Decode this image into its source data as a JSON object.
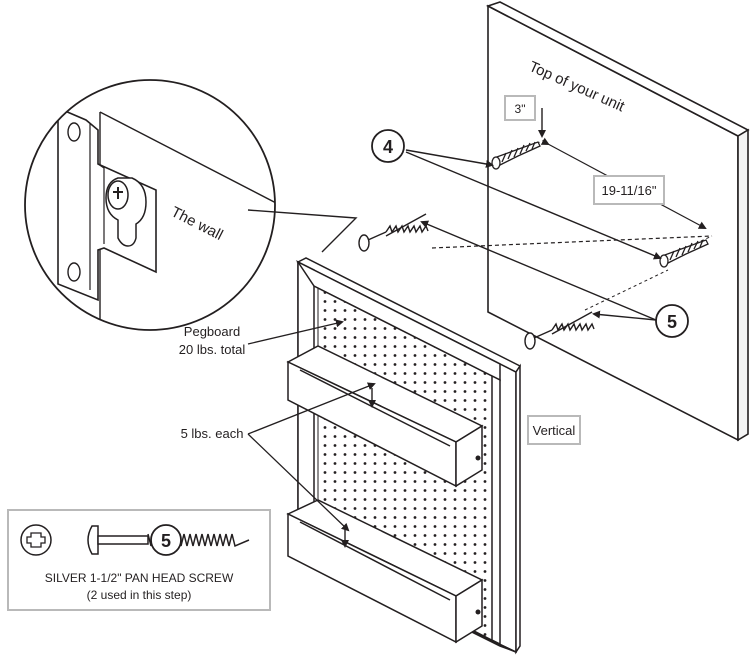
{
  "labels": {
    "top_of_unit": "Top of your unit",
    "dim_3": "3\"",
    "dim_19": "19-11/16\"",
    "the_wall": "The wall",
    "pegboard": "Pegboard",
    "pegboard_weight": "20 lbs. total",
    "shelf_weight": "5 lbs. each",
    "orientation": "Vertical"
  },
  "callouts": {
    "anchor_part": "4",
    "screw_part": "5",
    "legend_part": "5"
  },
  "legend": {
    "line1": "SILVER 1-1/2\" PAN HEAD SCREW",
    "line2": "(2 used in this step)"
  },
  "colors": {
    "ink": "#231f20",
    "label_box": "#b9b9b9"
  }
}
